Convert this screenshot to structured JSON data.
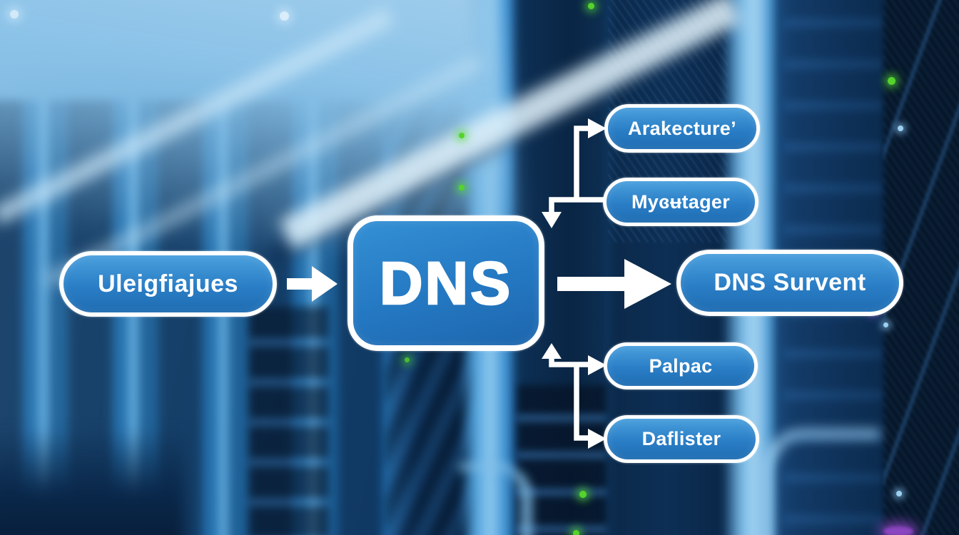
{
  "diagram": {
    "input_node": {
      "label": "Uleigfiajues"
    },
    "center_node": {
      "label": "DNS"
    },
    "output_node": {
      "label": "DNS Survent"
    },
    "branch_nodes": [
      {
        "label": "Arakecture’"
      },
      {
        "label": "Myɞʉtager"
      },
      {
        "label": "Palpac"
      },
      {
        "label": "Daflister"
      }
    ]
  },
  "colors": {
    "node_fill_top": "#4aa0dd",
    "node_fill_bottom": "#1e6cb2",
    "node_border": "#ffffff",
    "label_text": "#ffffff",
    "connector": "#ffffff",
    "led_green": "#55d32c",
    "glow_purple": "#8b46c0",
    "background_light": "#8cc3e8",
    "background_dark": "#071c35"
  }
}
